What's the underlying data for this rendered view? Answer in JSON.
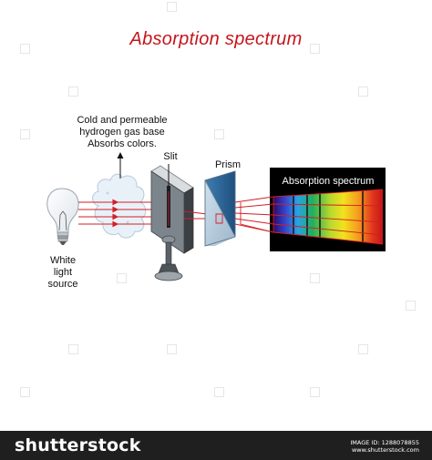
{
  "title": "Absorption spectrum",
  "labels": {
    "gas_line1": "Cold and permeable",
    "gas_line2": "hydrogen gas base",
    "gas_line3": "Absorbs colors.",
    "slit": "Slit",
    "prism": "Prism",
    "screen": "Absorption spectrum",
    "source_line1": "White",
    "source_line2": "light",
    "source_line3": "source"
  },
  "colors": {
    "title": "#c4161c",
    "rays": "#d41e26",
    "cloud_fill": "#e8f1f8",
    "cloud_stroke": "#b8cad8",
    "screen_bg": "#000000",
    "footer_bg": "#1f1f1f"
  },
  "spectrum_dark_lines": 4,
  "footer": {
    "brand": "shutterstock",
    "image_id": "IMAGE ID: 1288078855",
    "site": "www.shutterstock.com"
  }
}
